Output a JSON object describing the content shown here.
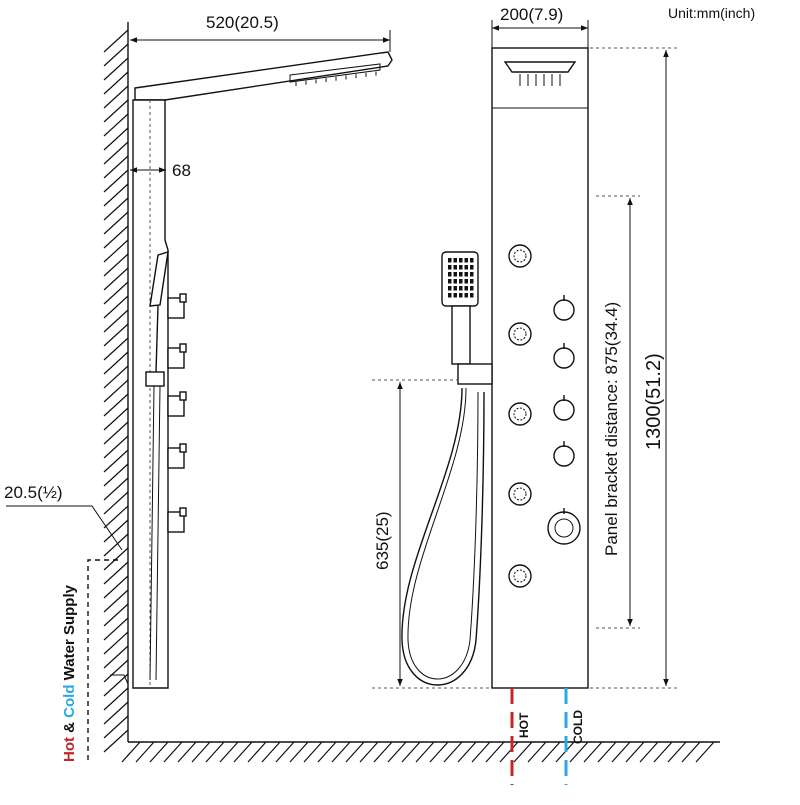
{
  "unit_note": "Unit:mm(inch)",
  "dimensions": {
    "arm_length": "520(20.5)",
    "wall_offset": "68",
    "pipe_size": "20.5(½)",
    "panel_width": "200(7.9)",
    "panel_height": "1300(51.2)",
    "bracket_distance": "Panel bracket distance:  875(34.4)",
    "handshower_height": "635(25)"
  },
  "water_supply": {
    "hot": "Hot",
    "amp": " & ",
    "cold": "Cold",
    "rest": " Water Supply"
  },
  "pipes": {
    "hot_label": "HOT",
    "cold_label": "COLD"
  },
  "colors": {
    "hot": "#c0272d",
    "cold": "#29a9e1",
    "line": "#111111"
  }
}
